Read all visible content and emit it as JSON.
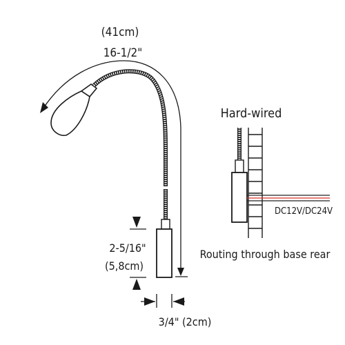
{
  "dimensions": {
    "length_metric": "(41cm)",
    "length_imperial": "16-1/2\"",
    "base_height_imperial": "2-5/16\"",
    "base_height_metric": "(5,8cm)",
    "base_width": "3/4\" (2cm)"
  },
  "wiring": {
    "title": "Hard-wired",
    "voltage": "DC12V/DC24V",
    "routing": "Routing through base rear"
  },
  "colors": {
    "line": "#1a1a1a",
    "wire_red": "#d9302a",
    "wire_black": "#222222"
  }
}
